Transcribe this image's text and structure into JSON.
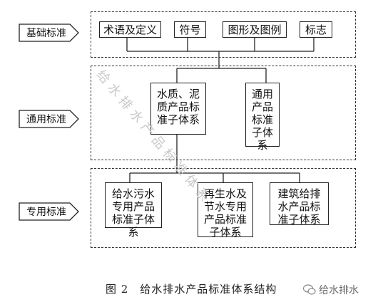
{
  "layers": {
    "basic": "基础标准",
    "general": "通用标准",
    "special": "专用标准"
  },
  "basic_items": [
    "术语及定义",
    "符号",
    "图形及图例",
    "标志"
  ],
  "general_items": [
    "水质、泥质产品标准子体系",
    "通用产品标准子体系"
  ],
  "special_items": [
    "给水污水专用产品标准子体系",
    "再生水及节水专用产品标准子体系",
    "建筑给排水产品标准子体系"
  ],
  "caption": "图 2　给水排水产品标准体系结构",
  "watermark": {
    "brand": "给水排水",
    "diagonal": "给水排水产品标准体系"
  }
}
